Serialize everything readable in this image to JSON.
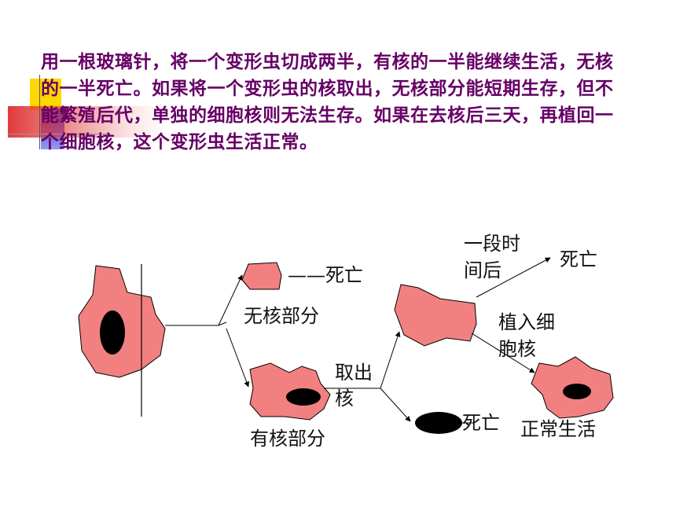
{
  "heading": "用一根玻璃针，将一个变形虫切成两半，有核的一半能继续生活，无核的一半死亡。如果将一个变形虫的核取出，无核部分能短期生存，但不能繁殖后代，单独的细胞核则无法生存。如果在去核后三天，再植回一个细胞核，这个变形虫生活正常。",
  "labels": {
    "death_top": "——死亡",
    "anucleate_part": "无核部分",
    "nucleate_part": "有核部分",
    "remove_nucleus_1": "取出",
    "remove_nucleus_2": "核",
    "after_time_1": "一段时",
    "after_time_2": "间后",
    "death_right": "死亡",
    "implant_1": "植入细",
    "implant_2": "胞核",
    "death_bottom": "死亡",
    "normal_life": "正常生活"
  },
  "colors": {
    "cell_fill": "#f28080",
    "nucleus": "#000000",
    "heading_text": "#660066",
    "deco_yellow": "#ffd700",
    "deco_blue": "#3333cc",
    "deco_red": "#e03030"
  }
}
